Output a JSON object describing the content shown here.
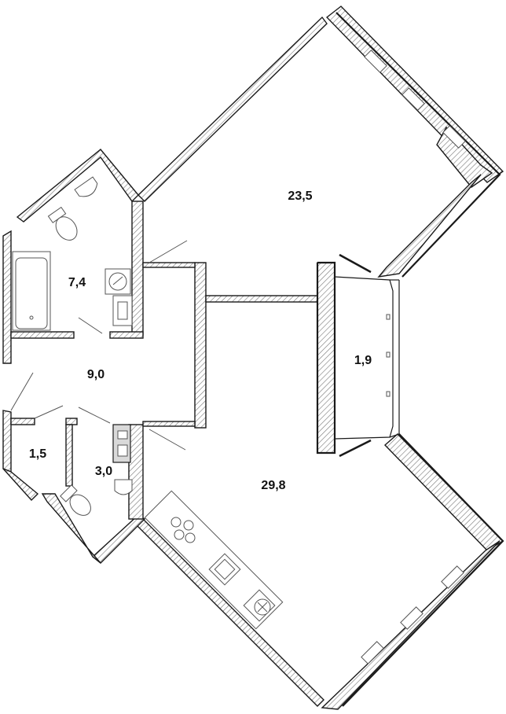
{
  "rooms": [
    {
      "id": "living-room",
      "area": "23,5"
    },
    {
      "id": "bathroom",
      "area": "7,4"
    },
    {
      "id": "hallway",
      "area": "9,0"
    },
    {
      "id": "balcony",
      "area": "1,9"
    },
    {
      "id": "storage",
      "area": "1,5"
    },
    {
      "id": "toilet",
      "area": "3,0"
    },
    {
      "id": "kitchen-living",
      "area": "29,8"
    }
  ],
  "colors": {
    "wall": "#1a1a1a",
    "wall_fill": "#d9d9d9",
    "background": "#ffffff"
  }
}
